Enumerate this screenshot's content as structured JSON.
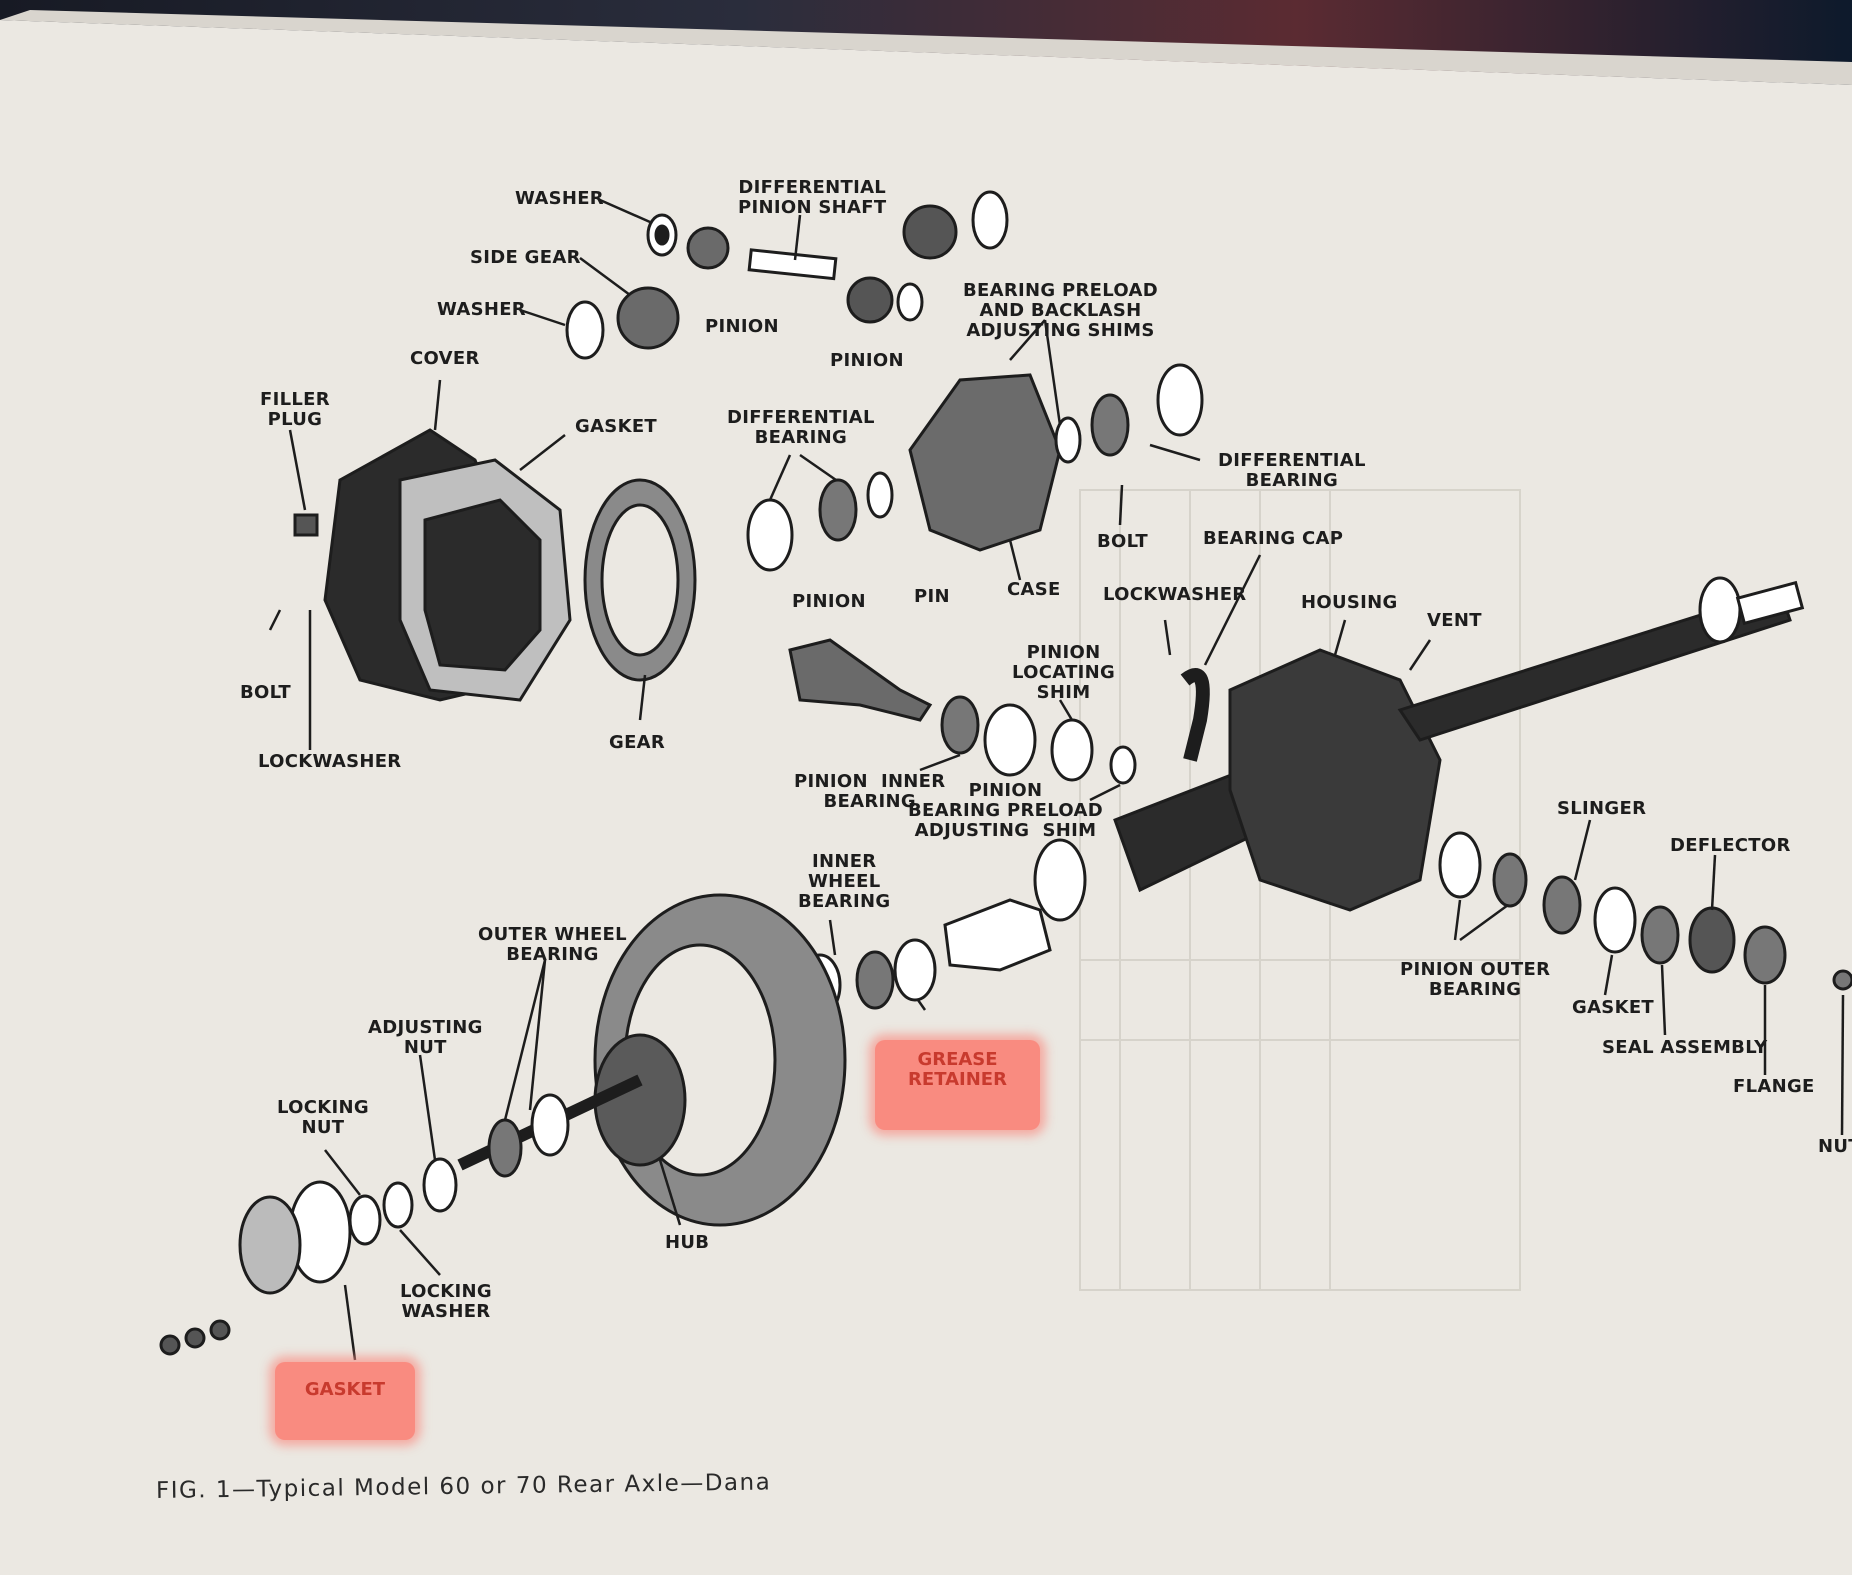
{
  "figure": {
    "caption": "FIG. 1—Typical Model 60 or 70 Rear Axle—Dana"
  },
  "labels": {
    "washer_top": "WASHER",
    "diff_pinion_shaft": "DIFFERENTIAL\nPINION SHAFT",
    "side_gear": "SIDE GEAR",
    "washer_mid": "WASHER",
    "pinion_gear_left": "PINION",
    "pinion_gear_right": "PINION",
    "bearing_preload_shims": "BEARING PRELOAD\nAND BACKLASH\nADJUSTING SHIMS",
    "cover": "COVER",
    "filler_plug": "FILLER\nPLUG",
    "gasket_cover": "GASKET",
    "diff_bearing_left": "DIFFERENTIAL\nBEARING",
    "diff_bearing_right": "DIFFERENTIAL\nBEARING",
    "bolt_right": "BOLT",
    "bearing_cap": "BEARING CAP",
    "pin": "PIN",
    "case": "CASE",
    "pinion_drive": "PINION",
    "lockwasher_right": "LOCKWASHER",
    "housing": "HOUSING",
    "vent": "VENT",
    "pinion_locating_shim": "PINION\nLOCATING\nSHIM",
    "bolt_left": "BOLT",
    "lockwasher_left": "LOCKWASHER",
    "gear": "GEAR",
    "pinion_inner_bearing": "PINION  INNER\nBEARING",
    "pinion_bearing_preload_shim": "PINION\nBEARING PRELOAD\nADJUSTING  SHIM",
    "slinger": "SLINGER",
    "deflector": "DEFLECTOR",
    "inner_wheel_bearing": "INNER\nWHEEL\nBEARING",
    "outer_wheel_bearing": "OUTER WHEEL\nBEARING",
    "pinion_outer_bearing": "PINION OUTER\nBEARING",
    "gasket_pinion": "GASKET",
    "seal_assembly": "SEAL ASSEMBLY",
    "flange": "FLANGE",
    "nut": "NUT",
    "adjusting_nut": "ADJUSTING\nNUT",
    "locking_nut": "LOCKING\nNUT",
    "hub": "HUB",
    "locking_washer": "LOCKING\nWASHER"
  },
  "highlights": {
    "grease_retainer": "GREASE\nRETAINER",
    "gasket_hub": "GASKET"
  },
  "colors": {
    "paper": "#ebe8e2",
    "ink": "#1d1d1d",
    "highlight": "#f98b80",
    "highlight_text": "#c83a2e"
  }
}
